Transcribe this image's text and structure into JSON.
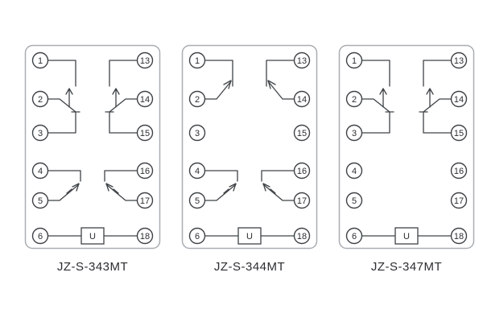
{
  "panels": [
    {
      "label": "JZ-S-343MT",
      "u_label": "U",
      "left_terminals": [
        "1",
        "2",
        "3",
        "4",
        "5",
        "6"
      ],
      "right_terminals": [
        "13",
        "14",
        "15",
        "16",
        "17",
        "18"
      ]
    },
    {
      "label": "JZ-S-344MT",
      "u_label": "U",
      "left_terminals": [
        "1",
        "2",
        "3",
        "4",
        "5",
        "6"
      ],
      "right_terminals": [
        "13",
        "14",
        "15",
        "16",
        "17",
        "18"
      ]
    },
    {
      "label": "JZ-S-347MT",
      "u_label": "U",
      "left_terminals": [
        "1",
        "2",
        "3",
        "4",
        "5",
        "6"
      ],
      "right_terminals": [
        "13",
        "14",
        "15",
        "16",
        "17",
        "18"
      ]
    }
  ]
}
